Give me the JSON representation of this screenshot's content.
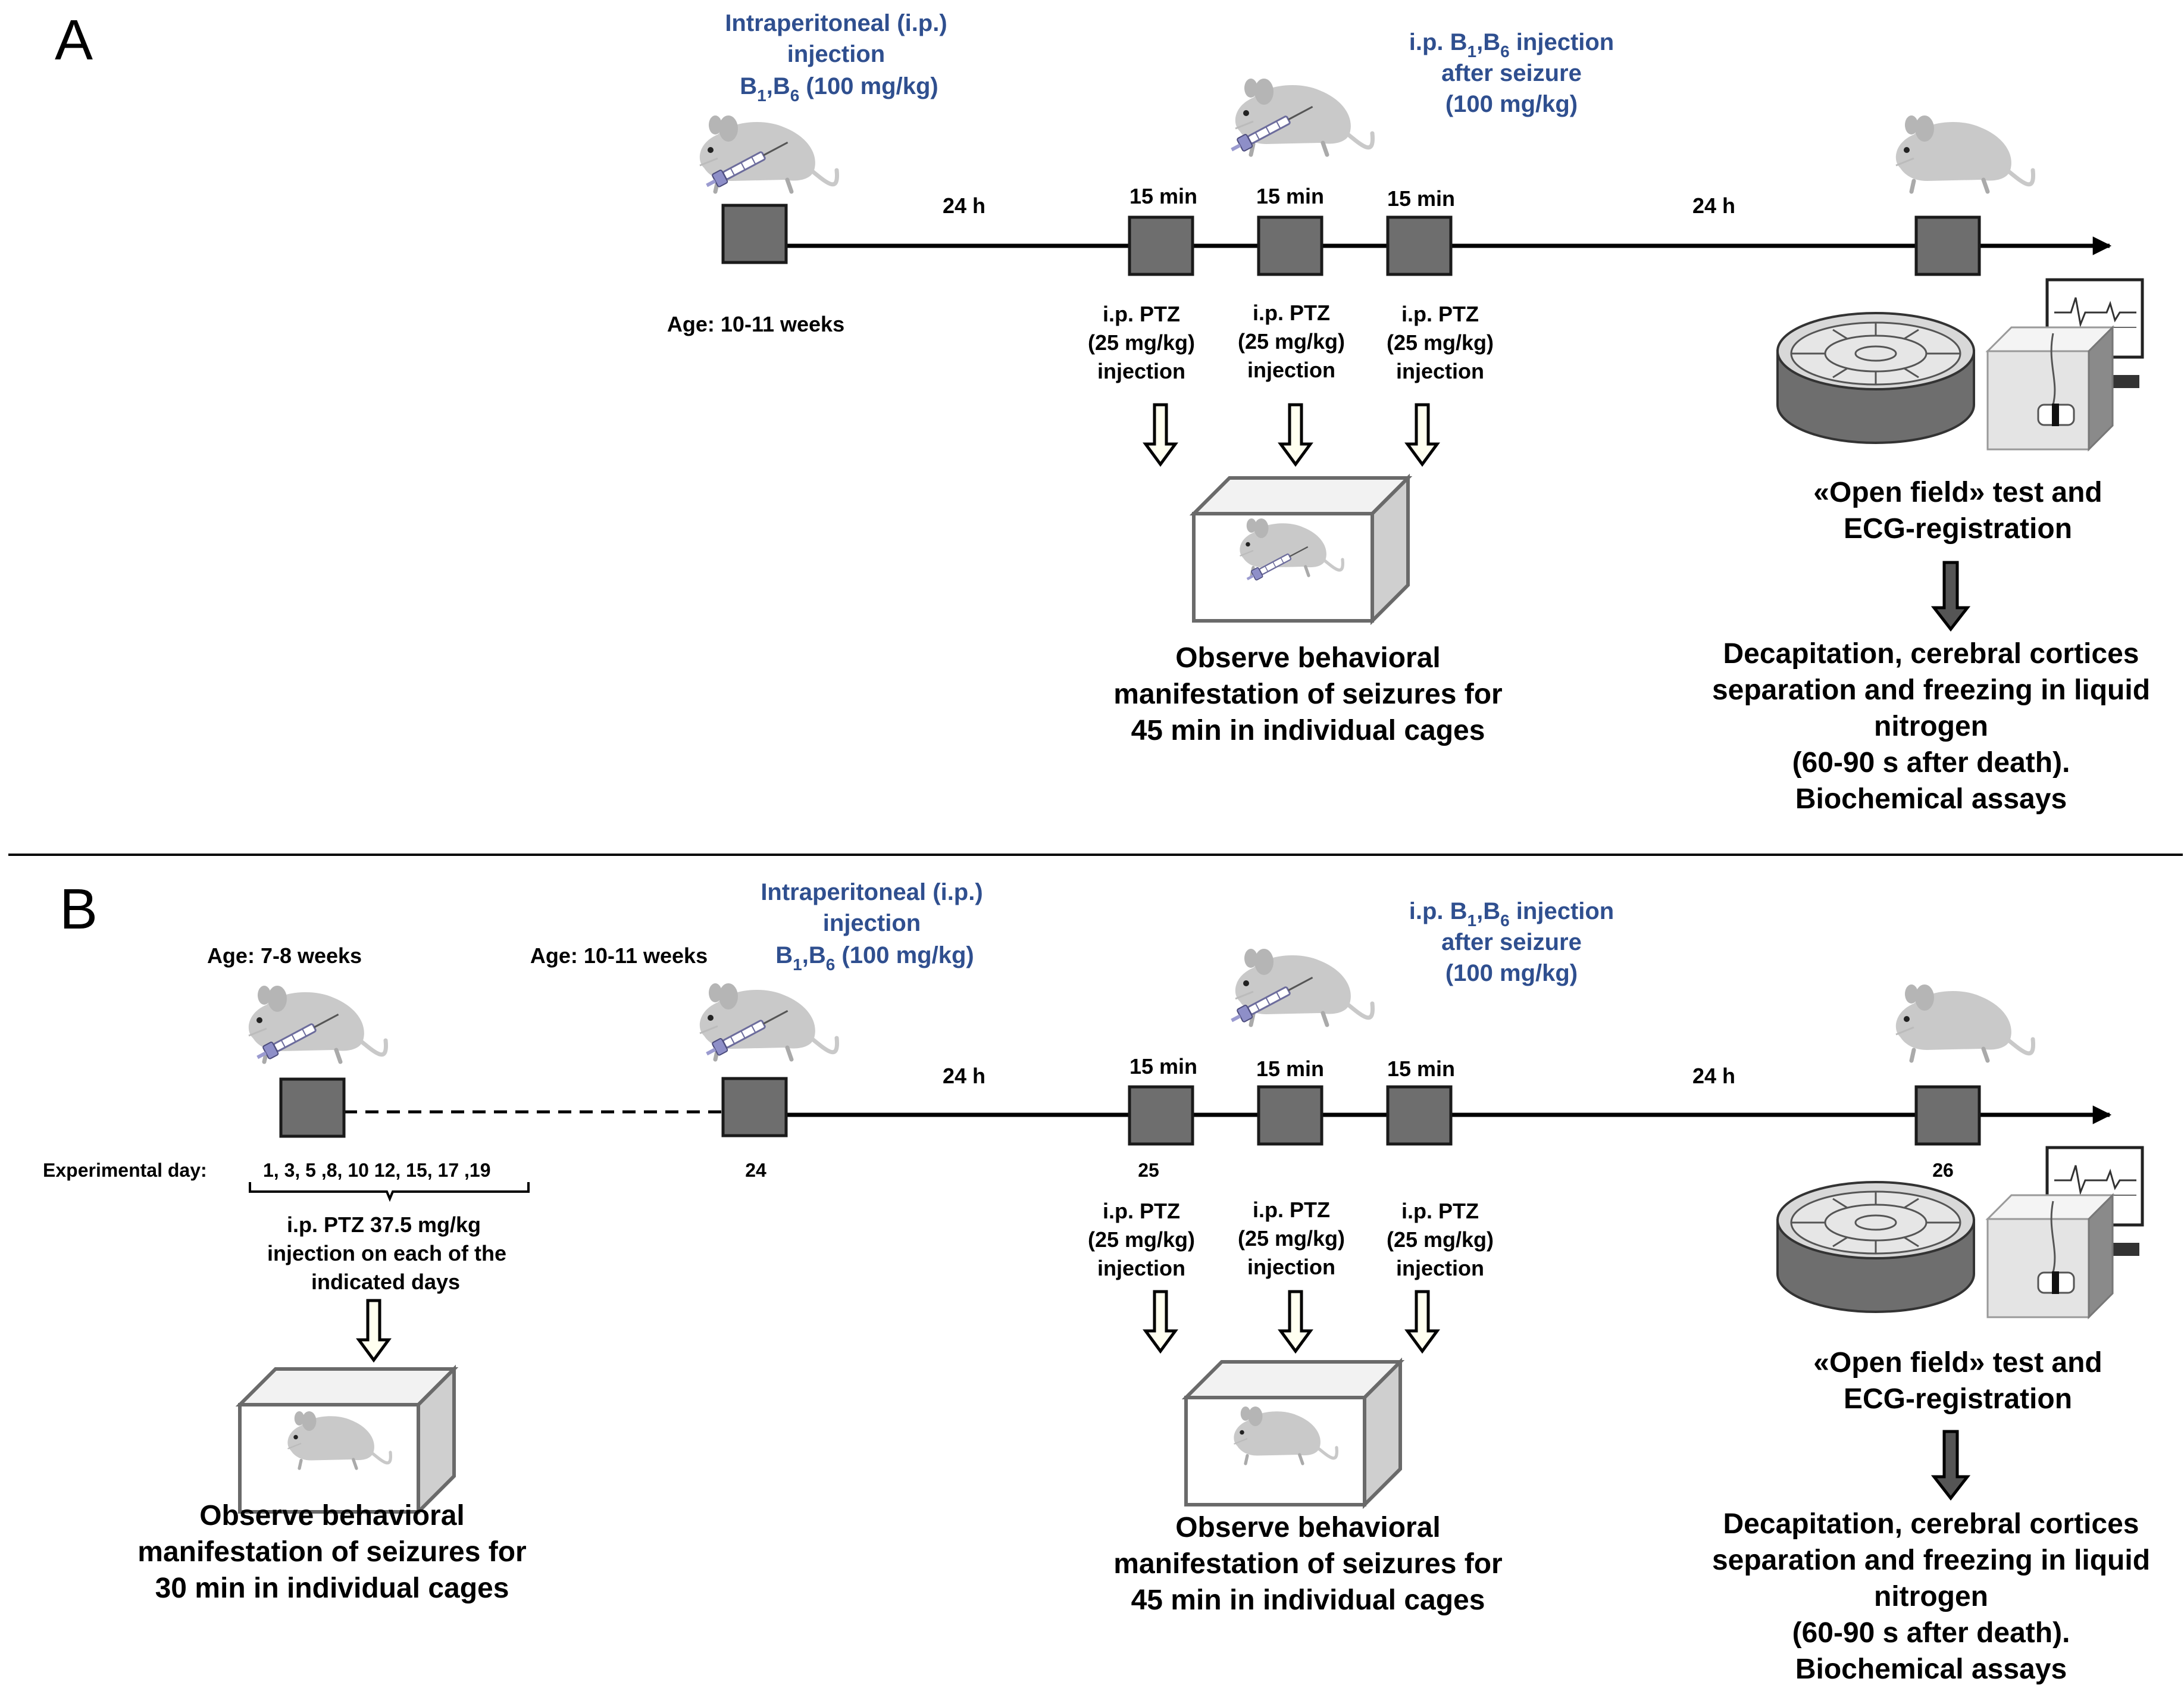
{
  "panelA": {
    "letter": "A",
    "ip_title": [
      "Intraperitoneal (i.p.)",
      "injection"
    ],
    "ip_dose": {
      "b": "B",
      "s1": "1",
      "sep": ",B",
      "s6": "6",
      "rest": " (100 mg/kg)"
    },
    "after_seizure": {
      "pre": "i.p. B",
      "s1": "1",
      "sep": ",B",
      "s6": "6",
      "post": " injection",
      "line2": "after seizure",
      "line3": "(100 mg/kg)"
    },
    "interval_24h_a": "24 h",
    "interval_24h_b": "24 h",
    "min15": [
      "15 min",
      "15 min",
      "15 min"
    ],
    "age": "Age: 10-11 weeks",
    "ptz": [
      "i.p. PTZ",
      "(25 mg/kg)",
      "injection"
    ],
    "observe": [
      "Observe behavioral",
      "manifestation of seizures for",
      "45 min in individual cages"
    ],
    "open_field": [
      "«Open field» test and",
      "ECG-registration"
    ],
    "decap": [
      "Decapitation, cerebral cortices",
      "separation and freezing in liquid",
      "nitrogen",
      "(60-90 s after death).",
      "Biochemical assays"
    ]
  },
  "panelB": {
    "letter": "B",
    "age1": "Age: 7-8 weeks",
    "age2": "Age: 10-11 weeks",
    "ip_title": [
      "Intraperitoneal (i.p.)",
      "injection"
    ],
    "ip_dose": {
      "b": "B",
      "s1": "1",
      "sep": ",B",
      "s6": "6",
      "rest": " (100 mg/kg)"
    },
    "after_seizure": {
      "pre": "i.p. B",
      "s1": "1",
      "sep": ",B",
      "s6": "6",
      "post": " injection",
      "line2": "after seizure",
      "line3": "(100 mg/kg)"
    },
    "interval_24h_a": "24 h",
    "interval_24h_b": "24 h",
    "min15": [
      "15 min",
      "15 min",
      "15 min"
    ],
    "exp_day_label": "Experimental day:",
    "exp_days": "1, 3, 5 ,8, 10 12, 15, 17 ,19",
    "day24": "24",
    "day25": "25",
    "day26": "26",
    "kindling": [
      "i.p. PTZ 37.5 mg/kg",
      "injection on each of the",
      "indicated days"
    ],
    "observe30": [
      "Observe behavioral",
      "manifestation of seizures for",
      "30 min in individual cages"
    ],
    "ptz": [
      "i.p. PTZ",
      "(25 mg/kg)",
      "injection"
    ],
    "observe45": [
      "Observe behavioral",
      "manifestation of seizures for",
      "45 min in individual cages"
    ],
    "open_field": [
      "«Open field» test and",
      "ECG-registration"
    ],
    "decap": [
      "Decapitation, cerebral cortices",
      "separation and freezing in liquid",
      "nitrogen",
      "(60-90 s after death).",
      "Biochemical assays"
    ]
  }
}
